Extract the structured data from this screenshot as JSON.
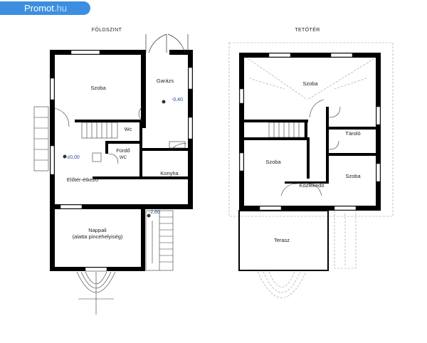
{
  "watermark": {
    "brand": "Promot",
    "tld": ".hu"
  },
  "ground_floor": {
    "title": "FÖLDSZINT",
    "rooms": {
      "szoba": "Szoba",
      "garazs": "Garázs",
      "wc": "Wc",
      "furdo": "Fürdő",
      "furdo_wc": "WC",
      "eloter": "Előtér-étkező",
      "konyha": "Konyha",
      "nappali": "Nappali",
      "nappali_note": "(alatta pincehelyiség)"
    },
    "levels": {
      "zero": "±0,00",
      "garage": "-0,40",
      "stair": "-2,60"
    }
  },
  "attic": {
    "title": "TETŐTÉR",
    "rooms": {
      "szoba_top": "Szoba",
      "tarolo": "Tároló",
      "szoba_left": "Szoba",
      "szoba_right": "Szoba",
      "kozlekedo": "Közlekedő",
      "terasz": "Terasz"
    }
  },
  "colors": {
    "wall": "#000000",
    "line": "#333333",
    "dashed": "#999999",
    "badge": "#3d8ee0"
  }
}
